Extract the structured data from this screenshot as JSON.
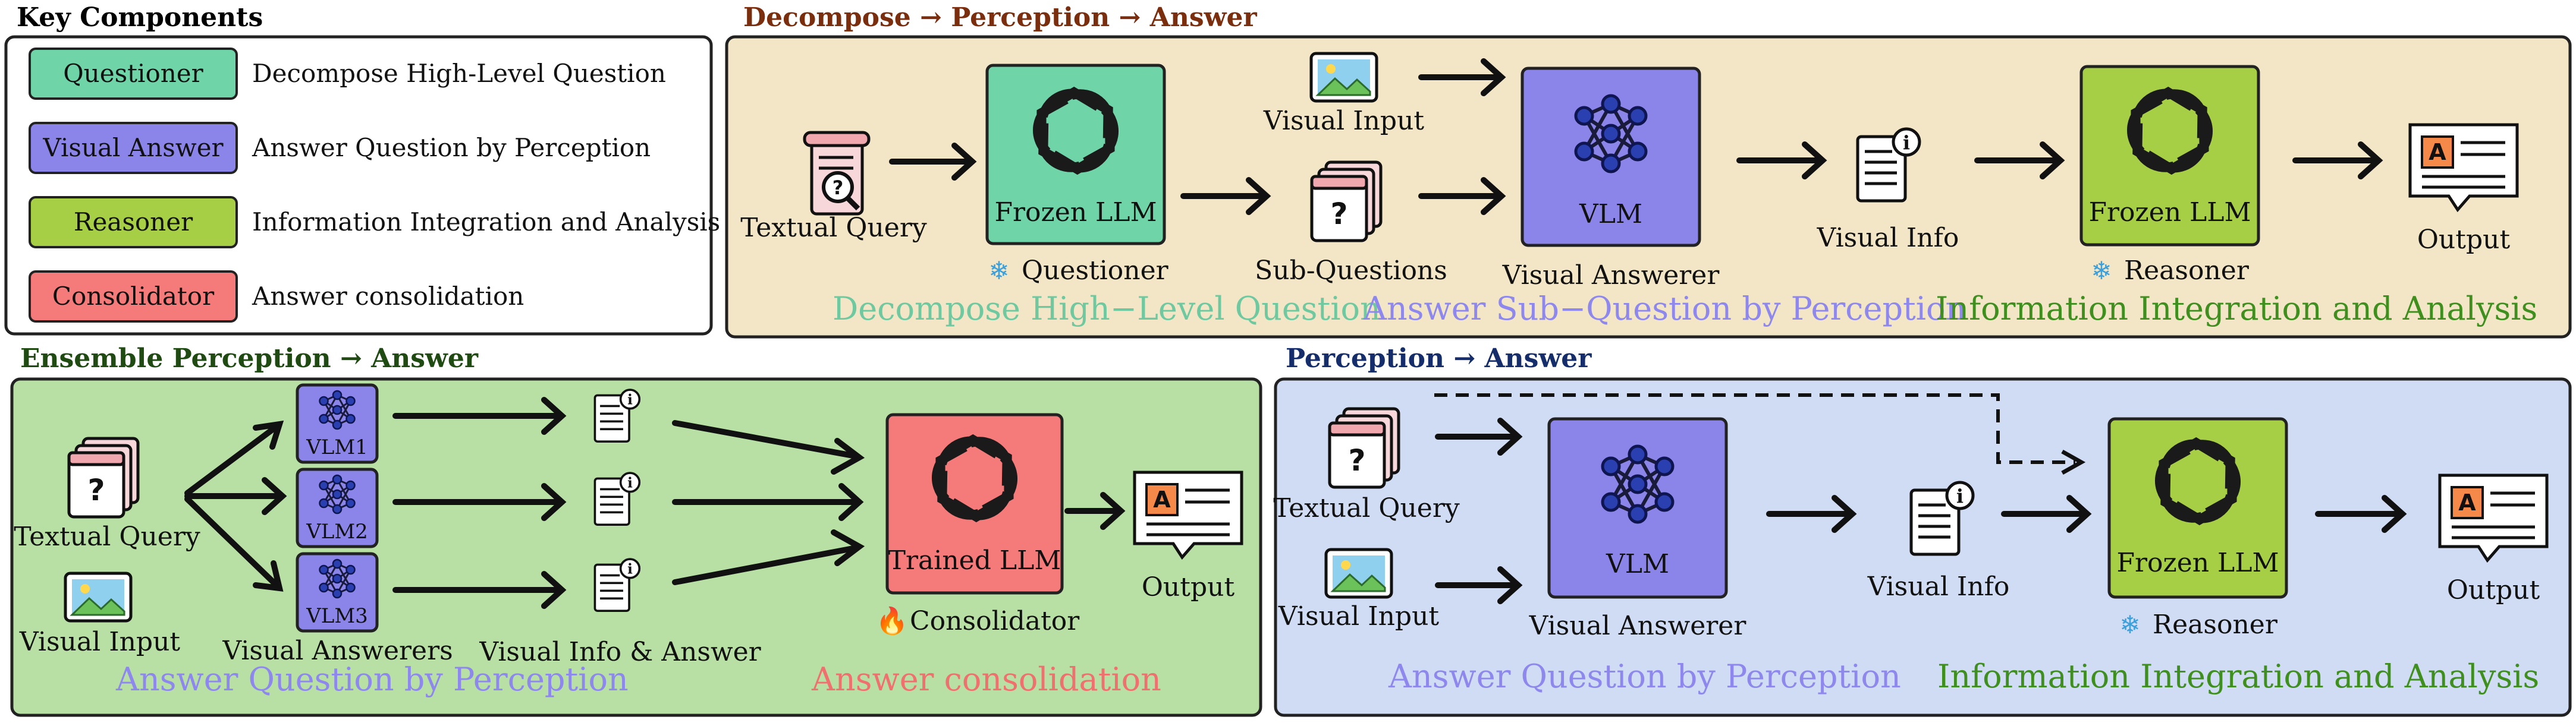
{
  "legend": {
    "title": "Key Components",
    "items": [
      {
        "role": "Questioner",
        "desc": "Decompose High-Level Question",
        "color": "#6fd4a8"
      },
      {
        "role": "Visual Answer",
        "desc": "Answer Question by Perception",
        "color": "#8b85ea"
      },
      {
        "role": "Reasoner",
        "desc": "Information Integration and Analysis",
        "color": "#a6cf45"
      },
      {
        "role": "Consolidator",
        "desc": "Answer consolidation",
        "color": "#f57a7a"
      }
    ]
  },
  "panel_top": {
    "title": "Decompose → Perception → Answer",
    "title_color": "#7a2e0e",
    "bg": "#f2e6c6",
    "textual_query": "Textual Query",
    "llm1_box": "Frozen LLM",
    "llm1_role": "Questioner",
    "visual_input": "Visual Input",
    "sub_questions": "Sub-Questions",
    "vlm_box": "VLM",
    "vlm_role": "Visual Answerer",
    "visual_info": "Visual Info",
    "llm2_box": "Frozen LLM",
    "llm2_role": "Reasoner",
    "output": "Output",
    "stage1": "Decompose High−Level Question",
    "stage2": "Answer Sub−Question by Perception",
    "stage3": "Information Integration and Analysis"
  },
  "panel_left": {
    "title": "Ensemble Perception → Answer",
    "title_color": "#1f4a12",
    "bg": "#b8e0a4",
    "textual_query": "Textual Query",
    "visual_input": "Visual Input",
    "vlms": [
      "VLM1",
      "VLM2",
      "VLM3"
    ],
    "vlm_role": "Visual Answerers",
    "info_label": "Visual Info & Answer",
    "llm_box": "Trained LLM",
    "llm_role": "Consolidator",
    "output": "Output",
    "stage1": "Answer Question by Perception",
    "stage2": "Answer consolidation"
  },
  "panel_right": {
    "title": "Perception → Answer",
    "title_color": "#152e6b",
    "bg": "#cfdcf3",
    "textual_query": "Textual Query",
    "visual_input": "Visual Input",
    "vlm_box": "VLM",
    "vlm_role": "Visual Answerer",
    "visual_info": "Visual Info",
    "llm_box": "Frozen LLM",
    "llm_role": "Reasoner",
    "output": "Output",
    "stage1": "Answer Question by Perception",
    "stage2": "Information Integration and Analysis"
  },
  "icons": {
    "snowflake": "❄",
    "fire": "🔥",
    "question_mark": "?",
    "info": "i",
    "output_letter": "A"
  },
  "colors": {
    "questioner_text": "#6fc9a0",
    "perception_text": "#8e88ee",
    "reasoner_text": "#3f8f1f",
    "consolidation_text": "#f07070",
    "snowflake": "#3aa0dd",
    "fire": "#f07a1a"
  }
}
